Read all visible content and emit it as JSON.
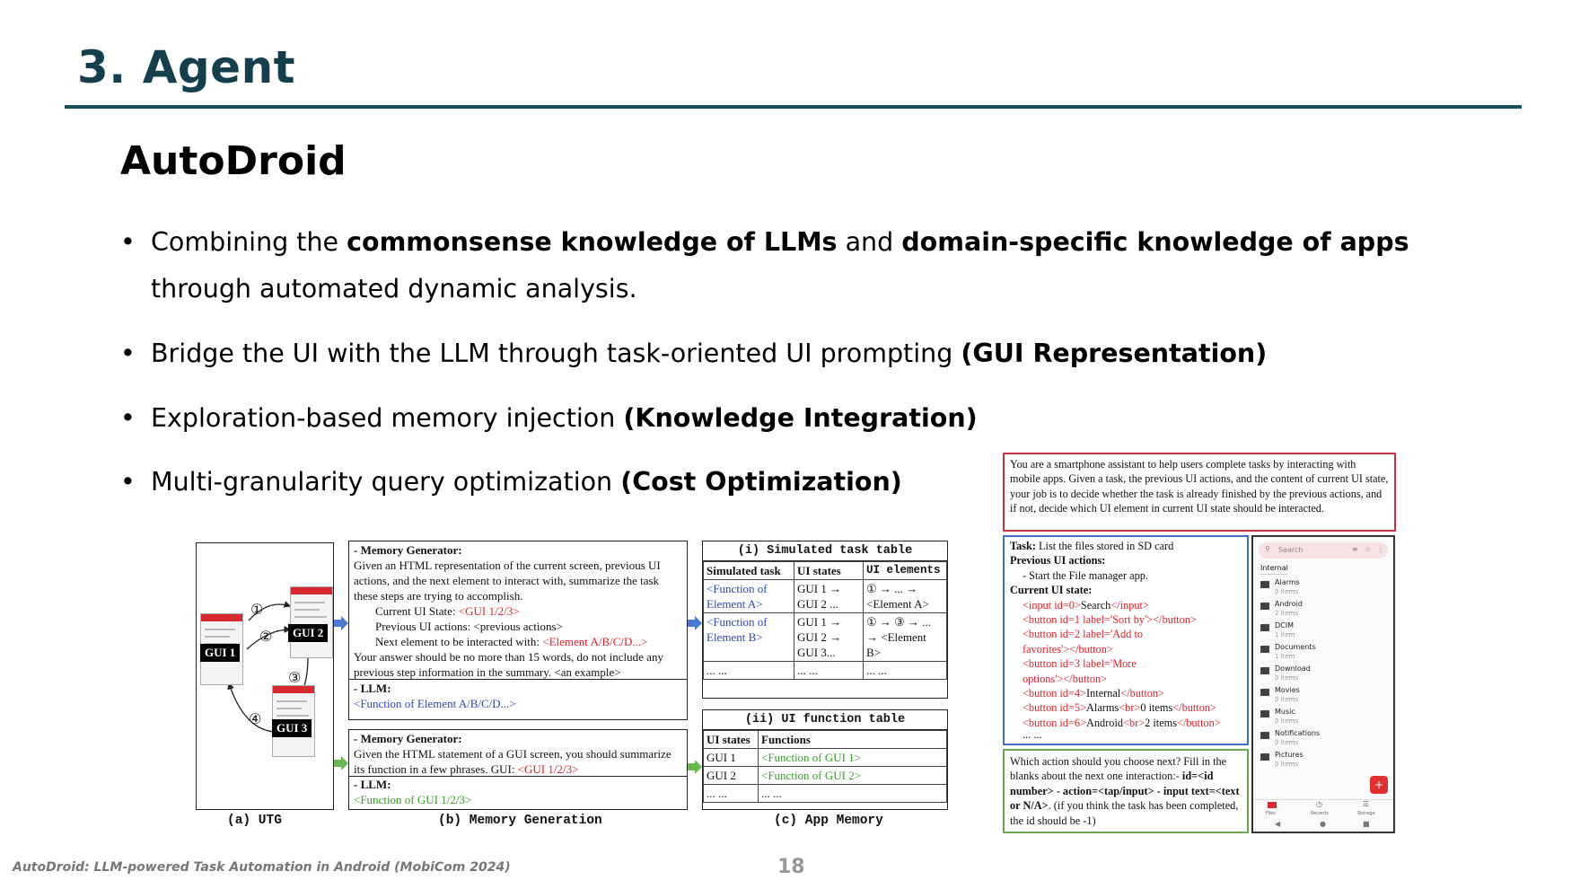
{
  "slide": {
    "title": "3. Agent",
    "section": "AutoDroid",
    "page_number": "18",
    "footer": "AutoDroid: LLM-powered Task Automation in Android (MobiCom 2024)"
  },
  "bullets": [
    {
      "pre": "Combining the ",
      "b1": "commonsense knowledge of LLMs",
      "mid": " and ",
      "b2": "domain-specific knowledge of apps",
      "post": " through automated dynamic analysis."
    },
    {
      "pre": "Bridge the UI with the LLM through task-oriented UI prompting ",
      "b1": "(GUI Representation)"
    },
    {
      "pre": "Exploration-based memory injection ",
      "b1": "(Knowledge Integration)"
    },
    {
      "pre": "Multi-granularity query optimization ",
      "b1": "(Cost Optimization)"
    }
  ],
  "utg": {
    "gui1": "GUI 1",
    "gui2": "GUI 2",
    "gui3": "GUI 3",
    "e1": "①",
    "e2": "②",
    "e3": "③",
    "e4": "④",
    "caption": "(a) UTG"
  },
  "memgen": {
    "caption": "(b) Memory Generation",
    "box1": {
      "head": "- Memory Generator:",
      "l1": "Given an HTML representation of the current screen, previous UI actions, and the next element to interact with, summarize the task these steps are trying to accomplish.",
      "l2a": "Current UI State: ",
      "l2b": "<GUI 1/2/3>",
      "l3": "Previous UI actions: <previous actions>",
      "l4a": "Next element to be interacted with: ",
      "l4b": "<Element A/B/C/D...>",
      "l5": "Your answer should be no more than 15 words, do not include any previous step information in the summary. <an example>",
      "llm_head": "- LLM:",
      "llm_out": "<Function of Element A/B/C/D...>"
    },
    "box2": {
      "head": "- Memory Generator:",
      "l1a": "Given the HTML statement of a GUI screen, you should summarize its function in a few phrases. GUI: ",
      "l1b": "<GUI 1/2/3>",
      "llm_head": "- LLM:",
      "llm_out": "<Function of GUI 1/2/3>"
    }
  },
  "appmem": {
    "caption": "(c) App Memory",
    "t1": {
      "title": "(i) Simulated task table",
      "headers": [
        "Simulated task",
        "UI states",
        "UI elements"
      ],
      "rows": [
        [
          "<Function of Element A>",
          "GUI 1 → GUI 2 ...",
          "① → ... → <Element A>"
        ],
        [
          "<Function of Element B>",
          "GUI 1 → GUI 2 → GUI 3...",
          "① → ③ → ... → <Element B>"
        ],
        [
          "... ...",
          "... ...",
          "... ..."
        ]
      ]
    },
    "t2": {
      "title": "(ii) UI function table",
      "headers": [
        "UI states",
        "Functions"
      ],
      "rows": [
        [
          "GUI 1",
          "<Function of GUI 1>"
        ],
        [
          "GUI 2",
          "<Function of GUI 2>"
        ],
        [
          "... ...",
          "... ..."
        ]
      ]
    }
  },
  "prompt": {
    "system": "You are a smartphone assistant to help users complete tasks by interacting with mobile apps. Given a task, the previous UI actions, and the content of current UI state, your job is to decide whether the task is already finished by the previous actions, and if not, decide which UI element in current UI state should be interacted.",
    "task_label": "Task:",
    "task_text": " List the files stored in SD card",
    "prev_label": "Previous UI actions:",
    "prev_item": "- Start the File manager app.",
    "state_label": "Current UI state:",
    "ellipsis": "... ...",
    "question": "Which action should you choose next? Fill in the blanks about the next one interaction:- ",
    "question_bold": "id=<id number> - action=<tap/input> - input text=<text or N/A>",
    "question_end": ". (if you think the task has been completed, the id should be -1)"
  },
  "phone": {
    "search": "Search",
    "tab": "Internal",
    "items": [
      {
        "name": "Alarms",
        "count": "0 items"
      },
      {
        "name": "Android",
        "count": "2 items"
      },
      {
        "name": "DCIM",
        "count": "1 item"
      },
      {
        "name": "Documents",
        "count": "1 item"
      },
      {
        "name": "Download",
        "count": "0 items"
      },
      {
        "name": "Movies",
        "count": "0 items"
      },
      {
        "name": "Music",
        "count": "0 items"
      },
      {
        "name": "Notifications",
        "count": "0 items"
      },
      {
        "name": "Pictures",
        "count": "0 items"
      }
    ],
    "nav": [
      "Files",
      "Recents",
      "Storage"
    ],
    "fab": "+"
  }
}
